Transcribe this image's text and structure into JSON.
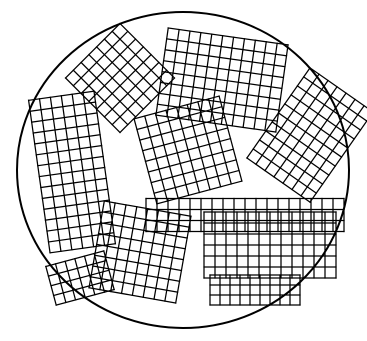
{
  "figure": {
    "subject": "polycrystalline-grain-diagram",
    "container_shape": "ellipse",
    "grain_count": 10,
    "line_color": "#000000",
    "background_color": "#ffffff",
    "grain_lattice": "square-grid",
    "grain_names": [
      "grain-top-left",
      "grain-top-center",
      "grain-top-right",
      "grain-middle-left",
      "grain-center",
      "grain-right",
      "grain-bottom-left",
      "grain-bottom-center",
      "grain-bottom-right",
      "grain-bottom-small"
    ]
  }
}
